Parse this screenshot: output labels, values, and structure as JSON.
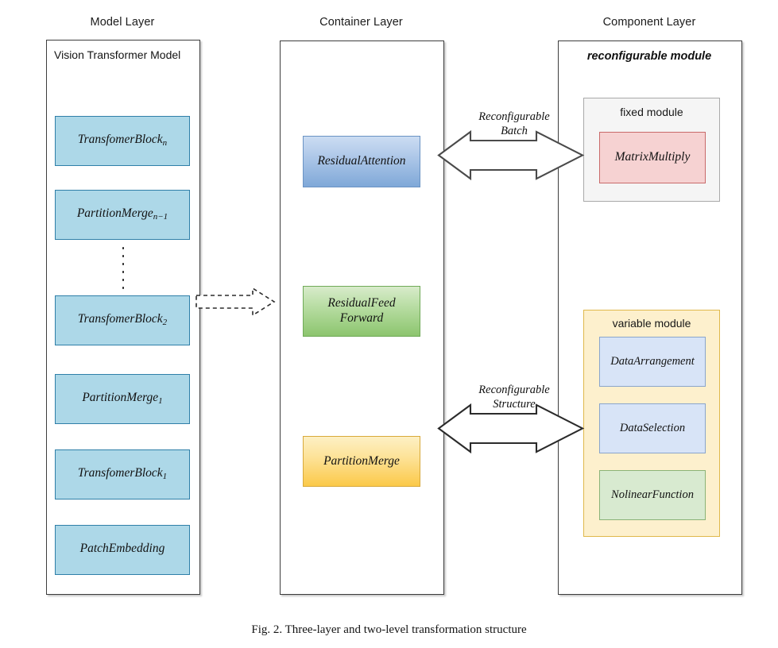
{
  "figure": {
    "caption": "Fig. 2.  Three-layer and two-level transformation structure"
  },
  "columns": {
    "model": {
      "title": "Model Layer",
      "header": "Vision Transformer Model"
    },
    "container": {
      "title": "Container Layer"
    },
    "component": {
      "title": "Component Layer",
      "header": "reconfigurable module"
    }
  },
  "model_layer": {
    "blocks": [
      {
        "name": "TransfomerBlock",
        "sub": "n"
      },
      {
        "name": "PartitionMerge",
        "sub": "n−1"
      },
      {
        "name": "TransfomerBlock",
        "sub": "2"
      },
      {
        "name": "PartitionMerge",
        "sub": "1"
      },
      {
        "name": "TransfomerBlock",
        "sub": "1"
      },
      {
        "name": "PatchEmbedding",
        "sub": ""
      }
    ],
    "ellipsis_dots": 6
  },
  "container_layer": {
    "blocks": [
      {
        "label": "ResidualAttention",
        "color": "#7fa8d8"
      },
      {
        "label": "ResidualFeed\nForward",
        "color": "#8cc56e"
      },
      {
        "label": "PartitionMerge",
        "color": "#fbc949"
      }
    ]
  },
  "component_layer": {
    "fixed_module": {
      "label": "fixed module",
      "items": [
        {
          "label": "MatrixMultiply",
          "color": "#f6d2d2"
        }
      ]
    },
    "variable_module": {
      "label": "variable module",
      "items": [
        {
          "label": "DataArrangement",
          "color": "#d8e4f7"
        },
        {
          "label": "DataSelection",
          "color": "#d8e4f7"
        },
        {
          "label": "NolinearFunction",
          "color": "#d8ead0"
        }
      ]
    }
  },
  "connectors": {
    "model_to_container": {
      "style": "dashed-block-arrow",
      "direction": "right",
      "label": ""
    },
    "top": {
      "style": "block-arrow",
      "direction": "bidirectional",
      "label": "Reconfigurable\nBatch"
    },
    "bottom": {
      "style": "block-arrow",
      "direction": "bidirectional",
      "label": "Reconfigurable\nStructure"
    }
  },
  "palette": {
    "model_block": "#add8e8",
    "model_block_border": "#2f7fa8",
    "frame_border": "#3d3d3d",
    "fixed_module_bg": "#f5f5f5",
    "variable_module_bg": "#fdf0cd",
    "arrow_stroke": "#3a3a3a"
  }
}
